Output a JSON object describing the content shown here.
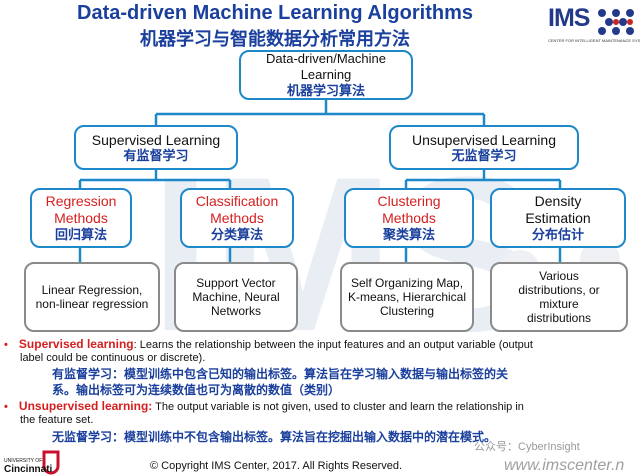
{
  "title": {
    "en": "Data-driven Machine Learning Algorithms",
    "zh": "机器学习与智能数据分析常用方法"
  },
  "logo": {
    "name": "IMS",
    "subtitle": "CENTER FOR INTELLIGENT MAINTENANCE SYSTEMS"
  },
  "diagram": {
    "root": {
      "en": "Data-driven/Machine Learning",
      "zh": "机器学习算法"
    },
    "supervised": {
      "en": "Supervised Learning",
      "zh": "有监督学习"
    },
    "unsupervised": {
      "en": "Unsupervised Learning",
      "zh": "无监督学习"
    },
    "regression": {
      "en": "Regression Methods",
      "zh": "回归算法"
    },
    "classification": {
      "en": "Classification Methods",
      "zh": "分类算法"
    },
    "clustering": {
      "en": "Clustering Methods",
      "zh": "聚类算法"
    },
    "density": {
      "en": "Density Estimation",
      "zh": "分布估计"
    },
    "leaf_regression": "Linear Regression, non-linear regression",
    "leaf_classification": "Support Vector Machine, Neural Networks",
    "leaf_clustering": "Self Organizing Map, K-means, Hierarchical Clustering",
    "leaf_density": "Various distributions, or mixture distributions"
  },
  "notes": {
    "bullet": "•",
    "supervised_term": "Supervised learning",
    "supervised_en_1": ": Learns the relationship between the input features and  an output variable (output",
    "supervised_en_2": "label could be continuous or discrete).",
    "supervised_zh_1": "有监督学习：模型训练中包含已知的输出标签。算法旨在学习输入数据与输出标签的关",
    "supervised_zh_2": "系。输出标签可为连续数值也可为离散的数值（类别）",
    "unsupervised_term": "Unsupervised learning:",
    "unsupervised_en_1": " The output variable is not given, used to cluster and learn the relationship in",
    "unsupervised_en_2": "the feature set.",
    "unsupervised_zh": "无监督学习：模型训练中不包含输出标签。算法旨在挖掘出输入数据中的潜在模式。"
  },
  "footer": {
    "copyright": "© Copyright IMS Center, 2017. All Rights Reserved.",
    "university": "UNIVERSITY OF",
    "university_name": "Cincinnati",
    "wechat": "公众号：CyberInsight",
    "website": "www.imscenter.n"
  },
  "colors": {
    "title": "#1a3f9c",
    "box_border": "#1e88c9",
    "leaf_border": "#8a8a8a",
    "highlight": "#d42020",
    "connector": "#1e88c9"
  }
}
